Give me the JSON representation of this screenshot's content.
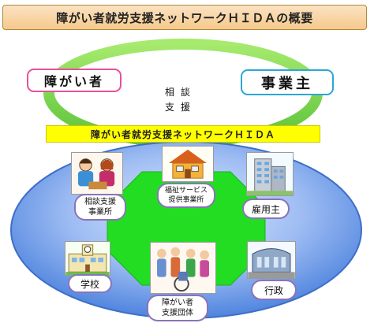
{
  "title": "障がい者就労支援ネットワークＨＩＤＡの概要",
  "top": {
    "left_label": "障がい者",
    "right_label": "事業主",
    "center_line1": "相談",
    "center_line2": "支援"
  },
  "network_label": "障がい者就労支援ネットワークＨＩＤＡ",
  "nodes": {
    "consult_line1": "相談支援",
    "consult_line2": "事業所",
    "welfare_line1": "福祉サービス",
    "welfare_line2": "提供事業所",
    "employer": "雇用主",
    "school": "学校",
    "government": "行政",
    "group_line1": "障がい者",
    "group_line2": "支援団体"
  },
  "colors": {
    "ring_green": "#7ddc4a",
    "oval_blue": "#5a8ee0",
    "octagon_green": "#22dd22",
    "pink_border": "#e8509a",
    "blue_border": "#2aa7d6",
    "label_border": "#8a74b8"
  }
}
